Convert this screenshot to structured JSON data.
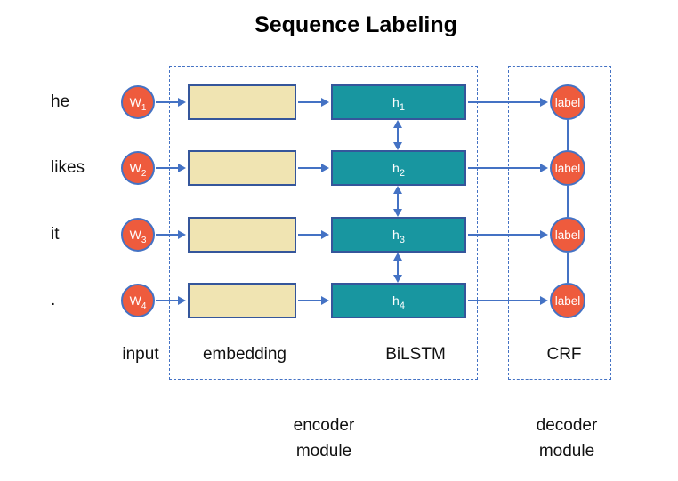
{
  "title": "Sequence Labeling",
  "rows": [
    {
      "word": "he",
      "input_base": "W",
      "input_sub": "1",
      "hidden_base": "h",
      "hidden_sub": "1",
      "output_label": "label"
    },
    {
      "word": "likes",
      "input_base": "W",
      "input_sub": "2",
      "hidden_base": "h",
      "hidden_sub": "2",
      "output_label": "label"
    },
    {
      "word": "it",
      "input_base": "W",
      "input_sub": "3",
      "hidden_base": "h",
      "hidden_sub": "3",
      "output_label": "label"
    },
    {
      "word": ".",
      "input_base": "W",
      "input_sub": "4",
      "hidden_base": "h",
      "hidden_sub": "4",
      "output_label": "label"
    }
  ],
  "column_labels": {
    "input": "input",
    "embedding": "embedding",
    "bilstm": "BiLSTM",
    "crf": "CRF"
  },
  "module_labels": {
    "encoder": {
      "line1": "encoder",
      "line2": "module"
    },
    "decoder": {
      "line1": "decoder",
      "line2": "module"
    }
  },
  "colors": {
    "arrow_blue": "#4472C4",
    "node_fill_red": "#EE5B3D",
    "node_border_blue": "#4472C4",
    "embedding_fill": "#F0E4B2",
    "hidden_fill": "#1896A0",
    "box_border_navy": "#35569B",
    "dashed_border_blue": "#4472C4",
    "title_color": "#000000"
  }
}
